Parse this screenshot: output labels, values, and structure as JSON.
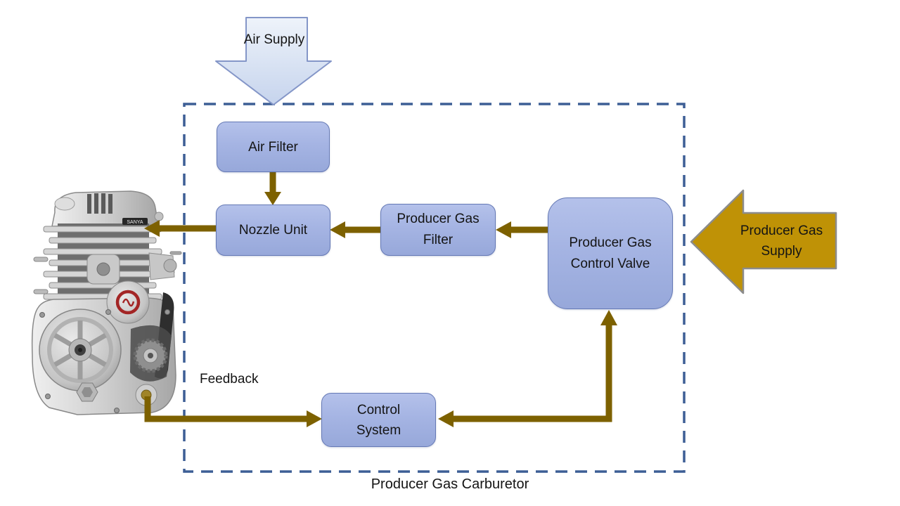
{
  "title": "Producer Gas Carburetor",
  "nodes": {
    "air_filter": {
      "label": "Air Filter"
    },
    "nozzle_unit": {
      "label": "Nozzle Unit"
    },
    "producer_gas_filter": {
      "label": "Producer Gas Filter"
    },
    "producer_gas_control_valve": {
      "label": "Producer Gas Control Valve"
    },
    "control_system": {
      "label": "Control System"
    }
  },
  "external": {
    "air_supply": {
      "label": "Air Supply"
    },
    "producer_gas_supply": {
      "label": "Producer Gas Supply"
    }
  },
  "labels": {
    "feedback": "Feedback"
  },
  "engine": {
    "badge": "SANYA"
  },
  "edges": [
    {
      "from": "air_supply",
      "to": "air_filter"
    },
    {
      "from": "air_filter",
      "to": "nozzle_unit"
    },
    {
      "from": "producer_gas_supply",
      "to": "producer_gas_control_valve"
    },
    {
      "from": "producer_gas_control_valve",
      "to": "producer_gas_filter"
    },
    {
      "from": "producer_gas_filter",
      "to": "nozzle_unit"
    },
    {
      "from": "nozzle_unit",
      "to": "engine"
    },
    {
      "from": "engine",
      "to": "control_system",
      "label": "Feedback"
    },
    {
      "from": "control_system_junction",
      "to": "control_system"
    },
    {
      "from": "control_system_junction",
      "to": "producer_gas_control_valve"
    }
  ],
  "colors": {
    "box_fill_top": "#b4c1ea",
    "box_fill_bottom": "#97a8da",
    "box_border": "#6579b5",
    "connector_gold": "#7d6100",
    "supply_arrow_fill": "#bf9206",
    "supply_arrow_border": "#8c8c8c",
    "air_arrow_fill": "#e9eff8",
    "air_arrow_border": "#8496c8",
    "dashed_boundary": "#3d5e95",
    "text": "#141414"
  }
}
